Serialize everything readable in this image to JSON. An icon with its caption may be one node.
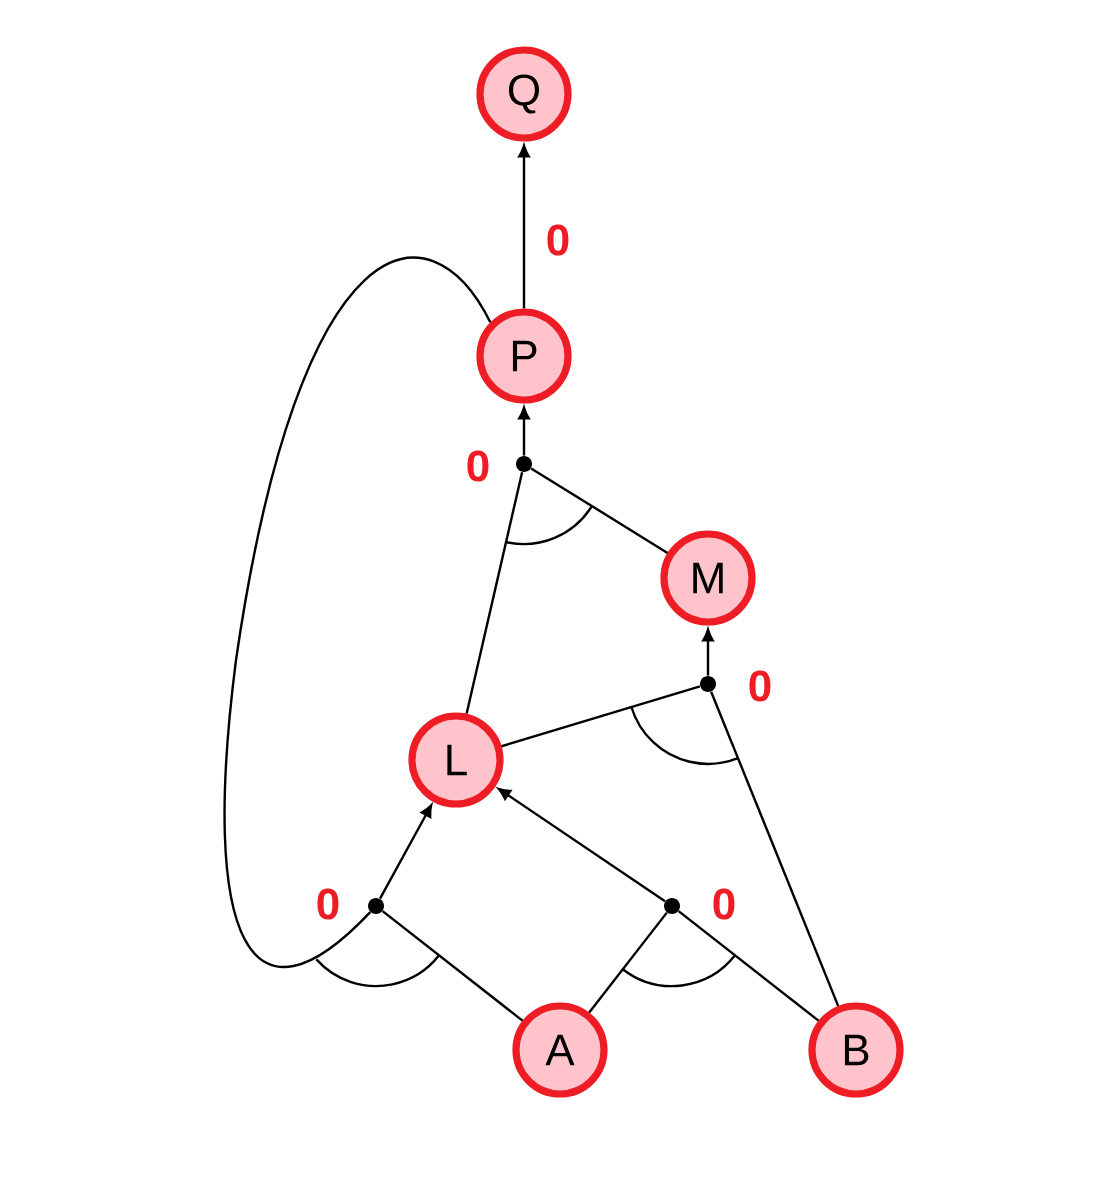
{
  "diagram": {
    "nodes": [
      {
        "text": [
          "Q"
        ]
      },
      {
        "text": [
          "P"
        ]
      },
      {
        "text": [],
        "shape": "circle"
      },
      {
        "text": [
          "M"
        ]
      },
      {
        "text": [],
        "shape": "circle"
      },
      {
        "text": [
          "L"
        ]
      },
      {
        "text": [],
        "shape": "circle"
      },
      {
        "text": [],
        "shape": "circle"
      },
      {
        "text": [
          "A"
        ]
      },
      {
        "text": [
          "B"
        ]
      }
    ],
    "edges": [
      {
        "from": 1,
        "to": 0,
        "arrow": "to",
        "label": "0"
      },
      {
        "from": 2,
        "to": 1,
        "arrow": "to",
        "label": "0"
      },
      {
        "from": 5,
        "to": 2,
        "arrow": "none"
      },
      {
        "from": 3,
        "to": 2,
        "arrow": "none"
      },
      {
        "from": 4,
        "to": 3,
        "arrow": "to",
        "label": "0"
      },
      {
        "from": 5,
        "to": 4,
        "arrow": "none"
      },
      {
        "from": 9,
        "to": 4,
        "arrow": "none"
      },
      {
        "from": 6,
        "to": 5,
        "arrow": "to",
        "label": "0"
      },
      {
        "from": 7,
        "to": 5,
        "arrow": "to",
        "label": "0"
      },
      {
        "from": 1,
        "to": 6,
        "arrow": "none"
      },
      {
        "from": 8,
        "to": 6,
        "arrow": "none"
      },
      {
        "from": 8,
        "to": 7,
        "arrow": "none"
      },
      {
        "from": 9,
        "to": 7,
        "arrow": "none"
      }
    ]
  }
}
